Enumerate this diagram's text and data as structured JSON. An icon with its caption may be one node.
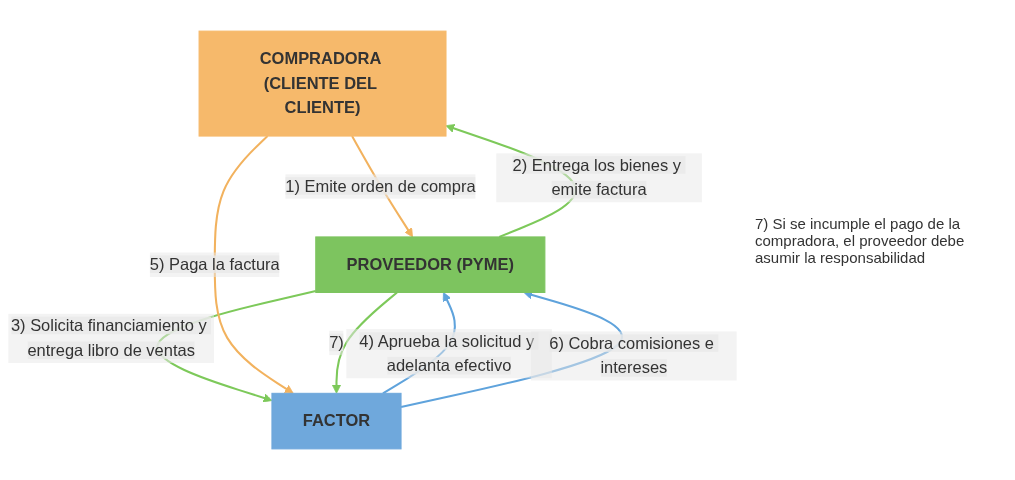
{
  "diagram": {
    "nodes": [
      {
        "text": [
          "COMPRADORA (CLIENTE DEL CLIENTE)"
        ]
      },
      {
        "text": [
          "FACTOR"
        ]
      },
      {
        "text": [
          "PROVEEDOR (PYME)"
        ]
      }
    ],
    "edges": [
      {
        "from": 0,
        "to": 2,
        "arrow": "to",
        "label": "1) Emite orden de compra",
        "color": "#f2b25e"
      },
      {
        "from": 2,
        "to": 0,
        "arrow": "to",
        "label": "2) Entrega los bienes y emite factura",
        "color": "#7dc95a"
      },
      {
        "from": 2,
        "to": 1,
        "arrow": "to",
        "label": "3) Solicita financiamiento y entrega libro de ventas",
        "color": "#7dc95a"
      },
      {
        "from": 1,
        "to": 2,
        "arrow": "to",
        "label": "4) Aprueba la solicitud y adelanta efectivo",
        "color": "#5fa3dc"
      },
      {
        "from": 0,
        "to": 1,
        "arrow": "to",
        "label": "5) Paga la factura",
        "color": "#f2b25e"
      },
      {
        "from": 1,
        "to": 2,
        "arrow": "to",
        "label": "6) Cobra comisiones e intereses",
        "color": "#5fa3dc"
      },
      {
        "from": 2,
        "to": 1,
        "arrow": "to",
        "label": "7)",
        "color": "#7dc95a"
      }
    ],
    "labels": [
      "7) Si se incumple el pago de la compradora, el proveedor debe asumir la responsabilidad"
    ]
  }
}
